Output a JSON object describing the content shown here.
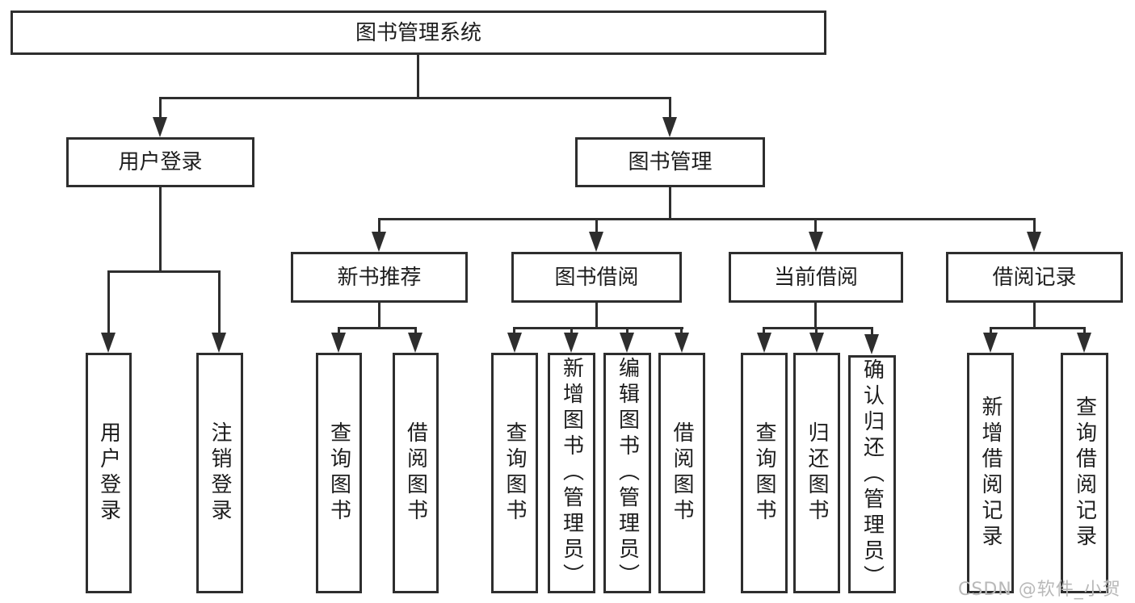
{
  "tree": {
    "root": {
      "label": "图书管理系统"
    },
    "children": [
      {
        "label": "用户登录",
        "children": [
          {
            "label": "用户登录"
          },
          {
            "label": "注销登录"
          }
        ]
      },
      {
        "label": "图书管理",
        "children": [
          {
            "label": "新书推荐",
            "children": [
              {
                "label": "查询图书"
              },
              {
                "label": "借阅图书"
              }
            ]
          },
          {
            "label": "图书借阅",
            "children": [
              {
                "label": "查询图书"
              },
              {
                "label": "新增图书（管理员）"
              },
              {
                "label": "编辑图书（管理员）"
              },
              {
                "label": "借阅图书"
              }
            ]
          },
          {
            "label": "当前借阅",
            "children": [
              {
                "label": "查询图书"
              },
              {
                "label": "归还图书"
              },
              {
                "label": "确认归还（管理员）"
              }
            ]
          },
          {
            "label": "借阅记录",
            "children": [
              {
                "label": "新增借阅记录"
              },
              {
                "label": "查询借阅记录"
              }
            ]
          }
        ]
      }
    ]
  },
  "watermark": {
    "text": "CSDN @软件_小贺同学"
  },
  "colors": {
    "line": "#2e2e2e",
    "box_border": "#2e2e2e",
    "box_background": "#ffffff",
    "text": "#1d1d1d",
    "watermark": "#b9b9b9",
    "page_background": "#ffffff"
  }
}
